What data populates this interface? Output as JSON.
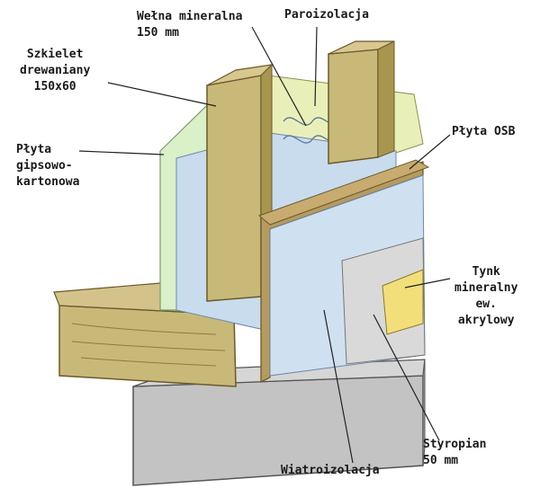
{
  "labels": {
    "welna": {
      "line1": "Wełna mineralna",
      "line2": "150 mm"
    },
    "paroizolacja": "Paroizolacja",
    "szkielet": {
      "line1": "Szkielet",
      "line2": "drewaniany",
      "line3": "150x60"
    },
    "plyta_osb": "Płyta OSB",
    "plyta_gk": {
      "line1": "Płyta",
      "line2": "gipsowo-",
      "line3": "kartonowa"
    },
    "tynk": {
      "line1": "Tynk",
      "line2": "mineralny",
      "line3": "ew.",
      "line4": "akrylowy"
    },
    "styropian": {
      "line1": "Styropian",
      "line2": "50 mm"
    },
    "wiatroizolacja": "Wiatroizolacja"
  },
  "colors": {
    "wood": "#c9b978",
    "wood_dark": "#8f7a3e",
    "osb": "#b69a5f",
    "drywall": "#d9f0c9",
    "vapor": "#e9efb8",
    "wool": "#c8dcee",
    "foam": "#d9d9d9",
    "render": "#f2df7a",
    "foundation": "#c3c3c3"
  }
}
